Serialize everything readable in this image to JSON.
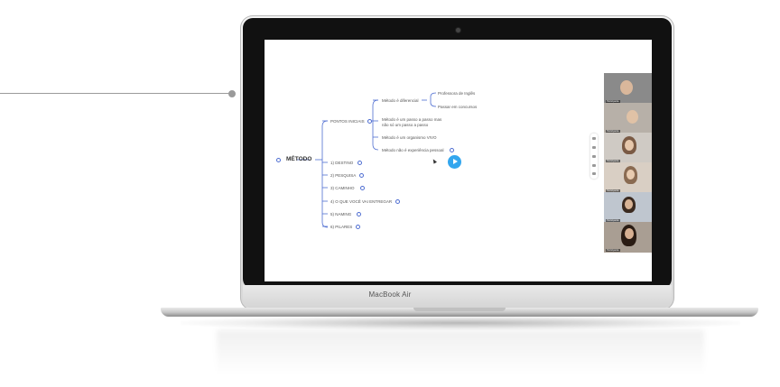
{
  "device": {
    "brand_label": "MacBook Air"
  },
  "mindmap": {
    "root_label": "MÉTODO",
    "branches": [
      "PONTOS INICIAIS",
      "1) DESTINO",
      "2) PESQUISA",
      "3) CAMINHO",
      "4) O QUE VOCÊ VAI ENTREGAR",
      "5) NAMING",
      "6) PILARES"
    ],
    "pontos_iniciais_children": [
      "Método é diferencial",
      "Método é um passo a passo mas",
      "não só um passo a passo",
      "Método é um organismo VIVO",
      "Método não é experiência pessoal"
    ],
    "diferencial_children": [
      "Professora de Inglês",
      "Passar em concursos"
    ]
  },
  "participants": [
    {
      "name": "Participante",
      "bg": "#8a8a8a"
    },
    {
      "name": "Participante",
      "bg": "#b7b0a8"
    },
    {
      "name": "Participante",
      "bg": "#cfcac4"
    },
    {
      "name": "Participante",
      "bg": "#d9cfc4"
    },
    {
      "name": "Participante",
      "bg": "#bfc6cf"
    },
    {
      "name": "Participante",
      "bg": "#a99e93"
    }
  ],
  "colors": {
    "branch_line": "#4f6ed1",
    "play_button": "#33a6ee"
  }
}
